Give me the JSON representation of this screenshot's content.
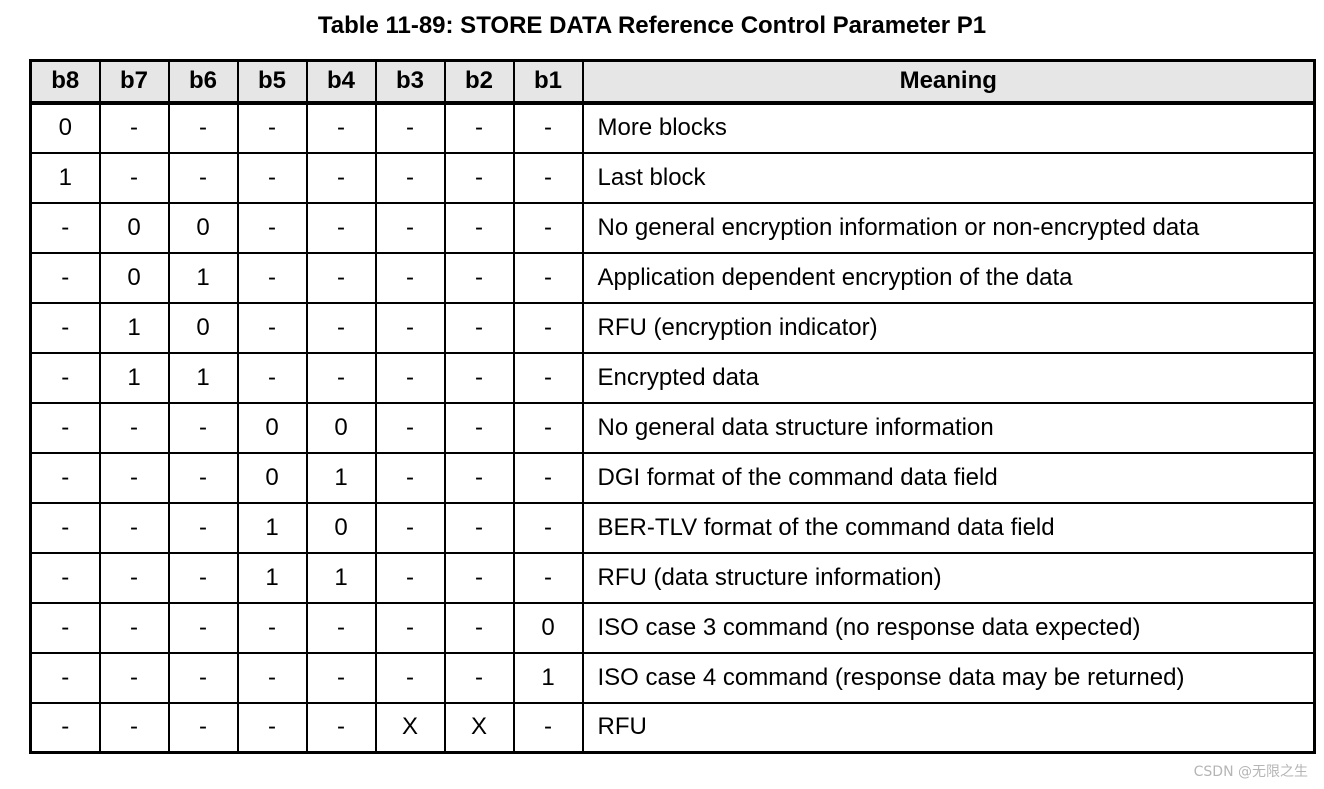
{
  "title": "Table 11-89:  STORE DATA Reference Control Parameter P1",
  "headers": [
    "b8",
    "b7",
    "b6",
    "b5",
    "b4",
    "b3",
    "b2",
    "b1",
    "Meaning"
  ],
  "rows": [
    {
      "bits": [
        "0",
        "-",
        "-",
        "-",
        "-",
        "-",
        "-",
        "-"
      ],
      "meaning": "More blocks"
    },
    {
      "bits": [
        "1",
        "-",
        "-",
        "-",
        "-",
        "-",
        "-",
        "-"
      ],
      "meaning": "Last block"
    },
    {
      "bits": [
        "-",
        "0",
        "0",
        "-",
        "-",
        "-",
        "-",
        "-"
      ],
      "meaning": "No general encryption information or non-encrypted data"
    },
    {
      "bits": [
        "-",
        "0",
        "1",
        "-",
        "-",
        "-",
        "-",
        "-"
      ],
      "meaning": "Application dependent encryption of the data"
    },
    {
      "bits": [
        "-",
        "1",
        "0",
        "-",
        "-",
        "-",
        "-",
        "-"
      ],
      "meaning": "RFU (encryption indicator)"
    },
    {
      "bits": [
        "-",
        "1",
        "1",
        "-",
        "-",
        "-",
        "-",
        "-"
      ],
      "meaning": "Encrypted data"
    },
    {
      "bits": [
        "-",
        "-",
        "-",
        "0",
        "0",
        "-",
        "-",
        "-"
      ],
      "meaning": "No general data structure information"
    },
    {
      "bits": [
        "-",
        "-",
        "-",
        "0",
        "1",
        "-",
        "-",
        "-"
      ],
      "meaning": "DGI format of the command data field"
    },
    {
      "bits": [
        "-",
        "-",
        "-",
        "1",
        "0",
        "-",
        "-",
        "-"
      ],
      "meaning": "BER-TLV format of the command data field"
    },
    {
      "bits": [
        "-",
        "-",
        "-",
        "1",
        "1",
        "-",
        "-",
        "-"
      ],
      "meaning": "RFU (data structure information)"
    },
    {
      "bits": [
        "-",
        "-",
        "-",
        "-",
        "-",
        "-",
        "-",
        "0"
      ],
      "meaning": "ISO case 3 command (no response data expected)"
    },
    {
      "bits": [
        "-",
        "-",
        "-",
        "-",
        "-",
        "-",
        "-",
        "1"
      ],
      "meaning": "ISO case 4 command (response data may be returned)"
    },
    {
      "bits": [
        "-",
        "-",
        "-",
        "-",
        "-",
        "X",
        "X",
        "-"
      ],
      "meaning": "RFU"
    }
  ],
  "watermark": "CSDN @无限之生"
}
